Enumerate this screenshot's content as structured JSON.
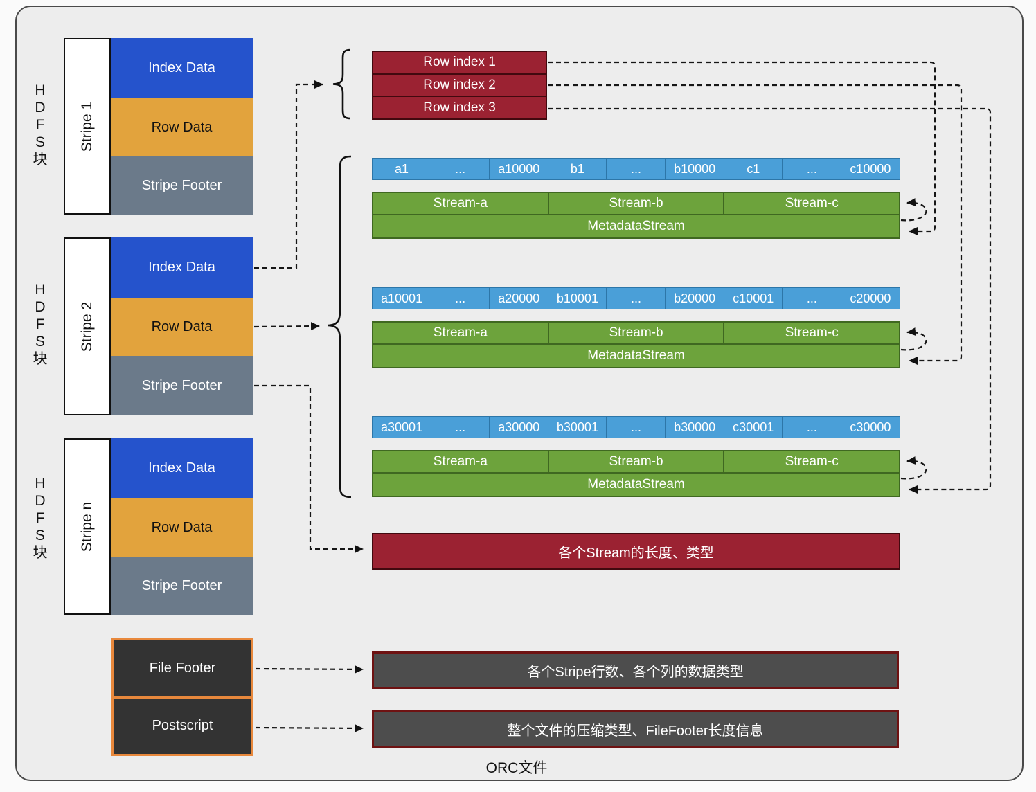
{
  "diagram_title": "ORC文件",
  "hdfs": {
    "chars": [
      "H",
      "D",
      "F",
      "S",
      "块"
    ]
  },
  "stripes": [
    {
      "name": "Stripe 1",
      "sections": [
        {
          "label": "Index Data"
        },
        {
          "label": "Row Data"
        },
        {
          "label": "Stripe Footer"
        }
      ]
    },
    {
      "name": "Stripe 2",
      "sections": [
        {
          "label": "Index Data"
        },
        {
          "label": "Row Data"
        },
        {
          "label": "Stripe Footer"
        }
      ]
    },
    {
      "name": "Stripe n",
      "sections": [
        {
          "label": "Index Data"
        },
        {
          "label": "Row Data"
        },
        {
          "label": "Stripe Footer"
        }
      ]
    }
  ],
  "row_index": {
    "items": [
      "Row index 1",
      "Row index 2",
      "Row index 3"
    ]
  },
  "stream_groups": [
    {
      "cells": [
        "a1",
        "...",
        "a10000",
        "b1",
        "...",
        "b10000",
        "c1",
        "...",
        "c10000"
      ],
      "streams": [
        "Stream-a",
        "Stream-b",
        "Stream-c"
      ],
      "metadata": "MetadataStream"
    },
    {
      "cells": [
        "a10001",
        "...",
        "a20000",
        "b10001",
        "...",
        "b20000",
        "c10001",
        "...",
        "c20000"
      ],
      "streams": [
        "Stream-a",
        "Stream-b",
        "Stream-c"
      ],
      "metadata": "MetadataStream"
    },
    {
      "cells": [
        "a30001",
        "...",
        "a30000",
        "b30001",
        "...",
        "b30000",
        "c30001",
        "...",
        "c30000"
      ],
      "streams": [
        "Stream-a",
        "Stream-b",
        "Stream-c"
      ],
      "metadata": "MetadataStream"
    }
  ],
  "stream_info_box": "各个Stream的长度、类型",
  "file_footer": {
    "label": "File Footer",
    "description": "各个Stripe行数、各个列的数据类型"
  },
  "postscript": {
    "label": "Postscript",
    "description": "整个文件的压缩类型、FileFooter长度信息"
  },
  "colors": {
    "background": "#ededed",
    "index_data_blue": "#2553cc",
    "row_data_orange": "#e2a33d",
    "stripe_footer_slate": "#6b7a8a",
    "row_index_red": "#9b2232",
    "cell_blue": "#4a9fd8",
    "stream_green": "#6da33c",
    "file_footer_dark": "#333333",
    "info_box_dark": "#4d4d4d",
    "file_footer_border": "#e8883c",
    "info_box_border": "#6e1212"
  }
}
